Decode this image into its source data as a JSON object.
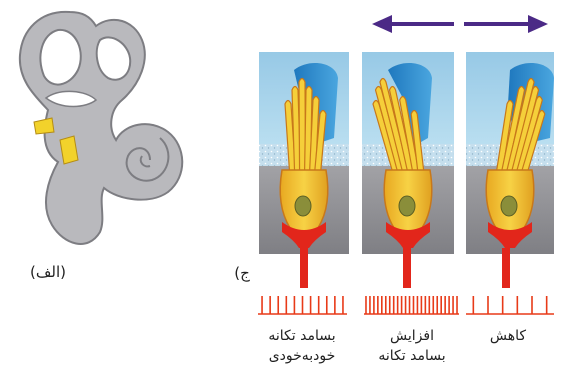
{
  "labels": {
    "panel_a": "(الف)",
    "panel_c": "(ج",
    "spontaneous_line1": "بسامد تکانه",
    "spontaneous_line2": "خودبه‌خودی",
    "increase_line1": "افزایش",
    "increase_line2": "بسامد تکانه",
    "decrease": "کاهش"
  },
  "spike_trains": {
    "spontaneous": 11,
    "increase": 24,
    "decrease": 6
  },
  "colors": {
    "arrow": "#4b2a86",
    "spikes": "#e83a18",
    "cell_body": "#f2c12e",
    "cell_outline": "#c8781a",
    "nerve": "#e2261b",
    "fluid_top": "#a8d3ea",
    "membrane": "#bcd9ea",
    "tissue": "#8f8f93",
    "cupula": "#2e8fd1",
    "labyrinth": "#b9b9bd"
  },
  "icons": {
    "arrow_left": "arrow-left-icon",
    "arrow_right": "arrow-right-icon"
  }
}
